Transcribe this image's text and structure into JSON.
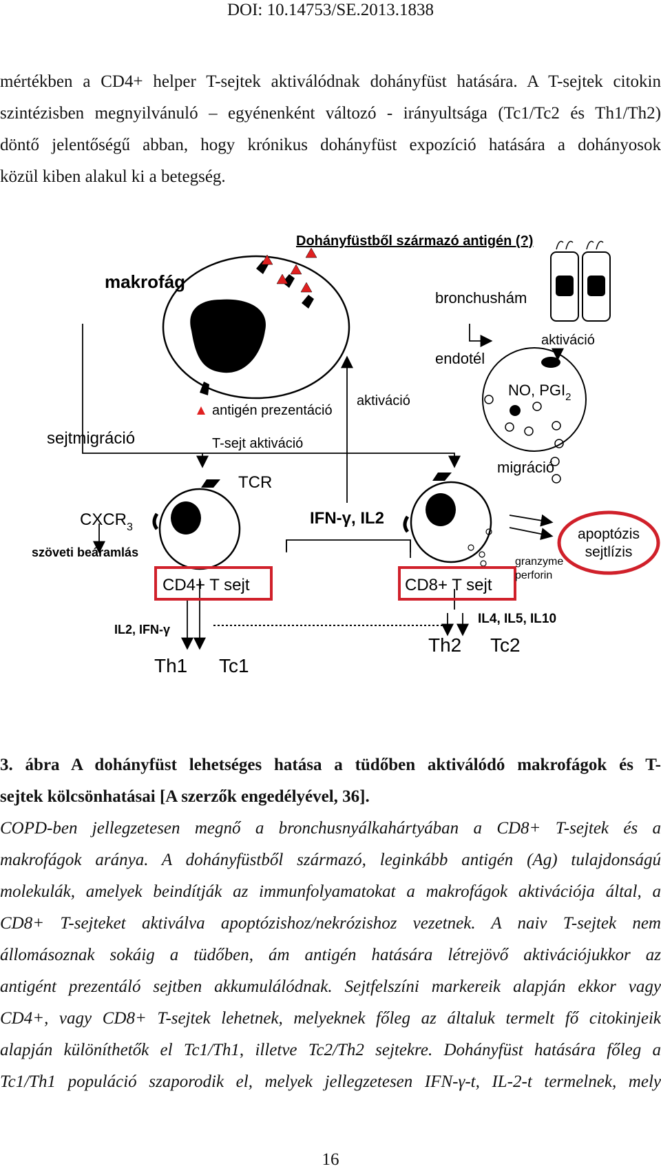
{
  "header": {
    "doi": "DOI: 10.14753/SE.2013.1838"
  },
  "intro_lines": [
    "mértékben a CD4+ helper T-sejtek aktiválódnak dohányfüst hatására. A T-sejtek citokin",
    "szintézisben megnyilvánuló – egyénenként változó - irányultsága (Tc1/Tc2 és Th1/Th2)",
    "döntő jelentőségű abban, hogy krónikus dohányfüst expozíció hatására a dohányosok",
    "közül kiben alakul ki a betegség."
  ],
  "figure": {
    "antigen_title": "Dohányfüstből származó antigén (?)",
    "makrofag": "makrofág",
    "bronchusham": "bronchushám",
    "aktivacio_top": "aktiváció",
    "endotel": "endotél",
    "no_pgi": "NO, PGI",
    "no_pgi_sub": "2",
    "antigen_prezentacio": "antigén prezentáció",
    "aktivacio_mid": "aktiváció",
    "sejtmigracio": "sejtmigráció",
    "tsejt_aktivacio": "T-sejt aktiváció",
    "migracio": "migráció",
    "tcr": "TCR",
    "cxcr": "CXCR",
    "cxcr_sub": "3",
    "ifn_il2": "IFN-γ, IL2",
    "apoptozis": "apoptózis",
    "sejtlizis": "sejtlízis",
    "szoveti": "szöveti beáramlás",
    "granzyme": "granzyme",
    "perforin": "perforin",
    "cd4": "CD4+ T sejt",
    "cd8": "CD8+ T sejt",
    "il4": "IL4, IL5, IL10",
    "il2_ifn": "IL2, IFN-γ",
    "th2": "Th2",
    "tc2": "Tc2",
    "th1": "Th1",
    "tc1": "Tc1",
    "colors": {
      "box_red": "#d0202a",
      "triangle_red": "#e02020",
      "black": "#000000"
    }
  },
  "caption_lines": [
    "3. ábra A dohányfüst lehetséges hatása a tüdőben aktiválódó makrofágok és T-",
    "sejtek kölcsönhatásai [A szerzők engedélyével, 36]."
  ],
  "body_lines": [
    "COPD-ben jellegzetesen megnő a bronchusnyálkahártyában a CD8+ T-sejtek és a",
    "makrofágok aránya. A dohányfüstből származó, leginkább antigén (Ag) tulajdonságú",
    "molekulák, amelyek beindítják az immunfolyamatokat a makrofágok aktivációja által, a",
    "CD8+ T-sejteket aktiválva apoptózishoz/nekrózishoz vezetnek. A naiv T-sejtek nem",
    "állomásoznak sokáig a tüdőben, ám antigén hatására létrejövő aktivációjukkor az",
    "antigént prezentáló sejtben akkumulálódnak. Sejtfelszíni markereik alapján ekkor vagy",
    "CD4+, vagy CD8+ T-sejtek lehetnek, melyeknek főleg az általuk termelt fő citokinjeik",
    "alapján különíthetők el Tc1/Th1, illetve Tc2/Th2 sejtekre. Dohányfüst hatására főleg a",
    "Tc1/Th1 populáció szaporodik el, melyek jellegzetesen IFN-γ-t, IL-2-t termelnek, mely"
  ],
  "page_number": "16"
}
